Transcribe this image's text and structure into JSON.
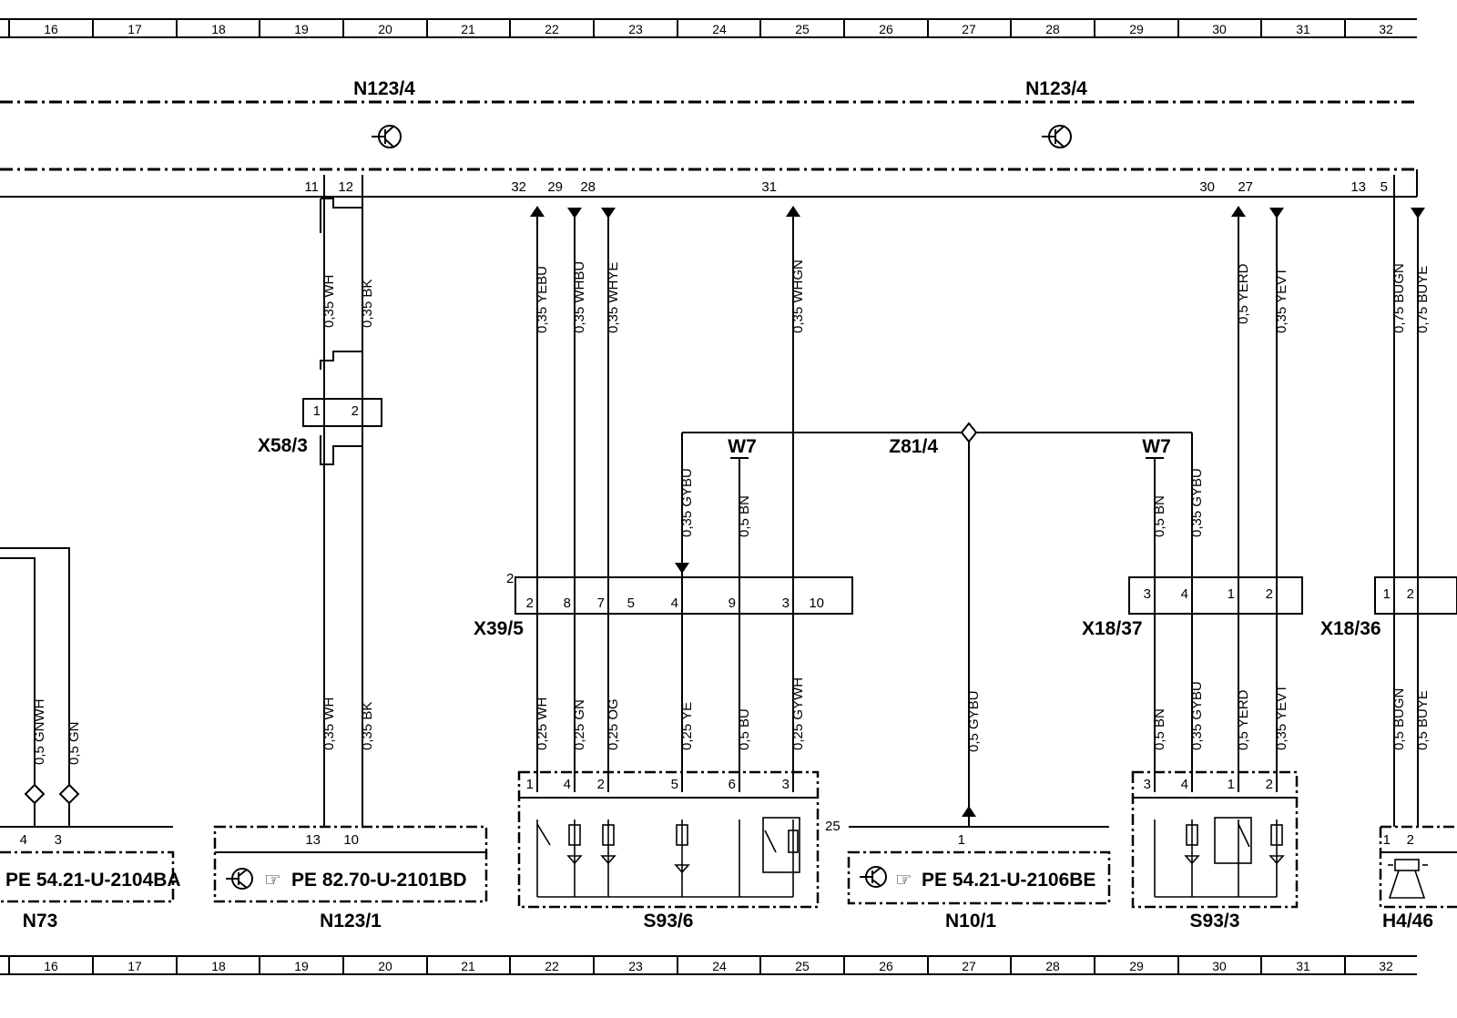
{
  "grid": {
    "columns": [
      "16",
      "17",
      "18",
      "19",
      "20",
      "21",
      "22",
      "23",
      "24",
      "25",
      "26",
      "27",
      "28",
      "29",
      "30",
      "31",
      "32"
    ]
  },
  "components": {
    "n123_4_left": "N123/4",
    "n123_4_right": "N123/4",
    "x58_3": "X58/3",
    "x39_5": "X39/5",
    "x18_37": "X18/37",
    "x18_36": "X18/36",
    "z81_4": "Z81/4",
    "w7_left": "W7",
    "w7_right": "W7",
    "n73": "N73",
    "n123_1": "N123/1",
    "s93_6": "S93/6",
    "n10_1": "N10/1",
    "s93_3": "S93/3",
    "h4_46": "H4/46"
  },
  "references": {
    "n73": "PE 54.21-U-2104BA",
    "n123_1": "PE 82.70-U-2101BD",
    "n10_1": "PE 54.21-U-2106BE"
  },
  "top_pins": [
    "11",
    "12",
    "32",
    "29",
    "28",
    "31",
    "30",
    "27",
    "13",
    "5"
  ],
  "wires_top": [
    "0,35 WH",
    "0,35 BK",
    "0,35 YEBU",
    "0,35 WHBU",
    "0,35 WHYE",
    "0,35 WHGN",
    "0,5 YERD",
    "0,35 YEVT",
    "0,75 BUGN",
    "0,75 BUYE"
  ],
  "wires_mid": [
    "0,35 GYBU",
    "0,5 BN",
    "0,5 BN",
    "0,35 GYBU"
  ],
  "wires_bottom": [
    "0,5 GNWH",
    "0,5 GN",
    "0,35 WH",
    "0,35 BK",
    "0,25 WH",
    "0,25 GN",
    "0,25 OG",
    "0,25 YE",
    "0,5 BU",
    "0,25 GYWH",
    "0,5 GYBU",
    "0,5 BN",
    "0,35 GYBU",
    "0,5 YERD",
    "0,35 YEVT",
    "0,5 BUGN",
    "0,5 BUYE"
  ],
  "x58_pins": [
    "1",
    "2"
  ],
  "x39_pins": [
    "2",
    "8",
    "7",
    "5",
    "4",
    "9",
    "3",
    "10"
  ],
  "x39_side": "2",
  "x18_37_pins": [
    "3",
    "4",
    "1",
    "2"
  ],
  "x18_36_pins": [
    "1",
    "2"
  ],
  "n73_pins": [
    "4",
    "3"
  ],
  "n123_1_pins": [
    "13",
    "10"
  ],
  "s93_6_pins": [
    "1",
    "4",
    "2",
    "5",
    "6",
    "3"
  ],
  "n10_1_pins": [
    "1"
  ],
  "n10_1_side": "25",
  "s93_3_pins": [
    "3",
    "4",
    "1",
    "2"
  ],
  "h4_46_pins": [
    "1",
    "2"
  ],
  "icons": [
    "transistor-icon",
    "pointing-hand-icon",
    "switch-icon",
    "led-icon",
    "resistor-icon",
    "speaker-icon",
    "ground-icon"
  ]
}
